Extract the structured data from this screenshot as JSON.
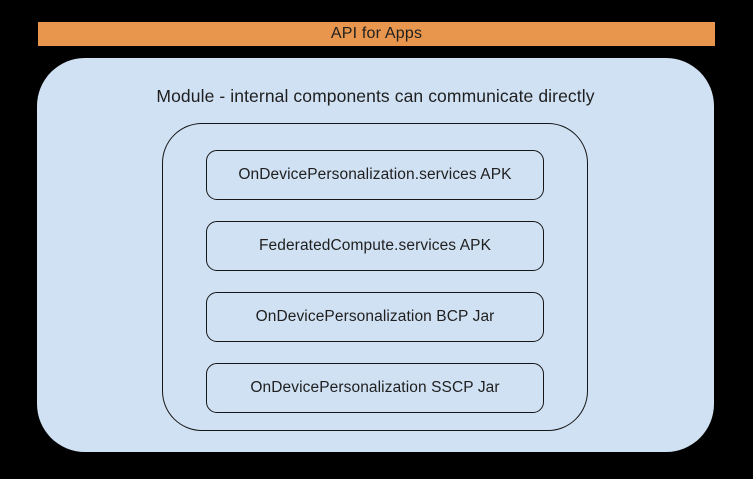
{
  "colors": {
    "background": "#000000",
    "banner-bg": "#e8964d",
    "module-bg": "#d0e1f3",
    "outline": "#161616",
    "text": "#1f1f1f"
  },
  "banner": {
    "label": "API for Apps"
  },
  "module": {
    "title": "Module - internal components can communicate directly",
    "components": [
      {
        "label": "OnDevicePersonalization.services APK"
      },
      {
        "label": "FederatedCompute.services APK"
      },
      {
        "label": "OnDevicePersonalization BCP Jar"
      },
      {
        "label": "OnDevicePersonalization SSCP Jar"
      }
    ]
  }
}
